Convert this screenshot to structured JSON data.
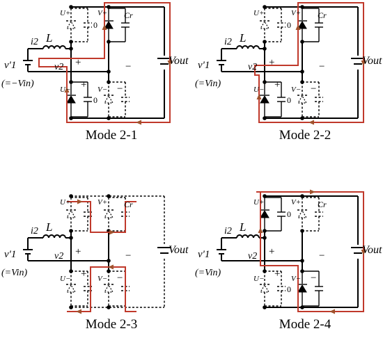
{
  "panels": [
    {
      "id": "mode-2-1",
      "caption": "Mode 2-1",
      "source_label": "v'1",
      "source_note": "(=−Vin)",
      "current_label": "i2",
      "inductor_label": "L",
      "voltage_label": "v2",
      "cap_label": "Cr",
      "output_label": "Vout",
      "switch_labels": [
        "U+",
        "V+",
        "U−",
        "V−"
      ],
      "zero_labels": [
        "0",
        "0"
      ],
      "polarity": [
        "+",
        "−",
        "+",
        "−"
      ]
    },
    {
      "id": "mode-2-2",
      "caption": "Mode 2-2",
      "source_label": "v'1",
      "source_note": "(=Vin)",
      "current_label": "i2",
      "inductor_label": "L",
      "voltage_label": "v2",
      "cap_label": "Cr",
      "output_label": "Vout",
      "switch_labels": [
        "U+",
        "V+",
        "U−",
        "V−"
      ],
      "zero_labels": [
        "0",
        "0"
      ],
      "polarity": [
        "+",
        "−",
        "+",
        "−"
      ]
    },
    {
      "id": "mode-2-3",
      "caption": "Mode 2-3",
      "source_label": "v'1",
      "source_note": "(=Vin)",
      "current_label": "i2",
      "inductor_label": "L",
      "voltage_label": "v2",
      "cap_label": "Cr",
      "output_label": "Vout",
      "switch_labels": [
        "U+",
        "V+",
        "U−",
        "V−"
      ],
      "zero_labels": [],
      "polarity": [
        "+",
        "−",
        "+",
        "−"
      ]
    },
    {
      "id": "mode-2-4",
      "caption": "Mode 2-4",
      "source_label": "v'1",
      "source_note": "(=Vin)",
      "current_label": "i2",
      "inductor_label": "L",
      "voltage_label": "v2",
      "cap_label": "Cr",
      "output_label": "Vout",
      "switch_labels": [
        "U+",
        "V+",
        "U−",
        "V−"
      ],
      "zero_labels": [
        "0",
        "0"
      ],
      "polarity": [
        "+",
        "−",
        "+",
        "−"
      ]
    }
  ]
}
